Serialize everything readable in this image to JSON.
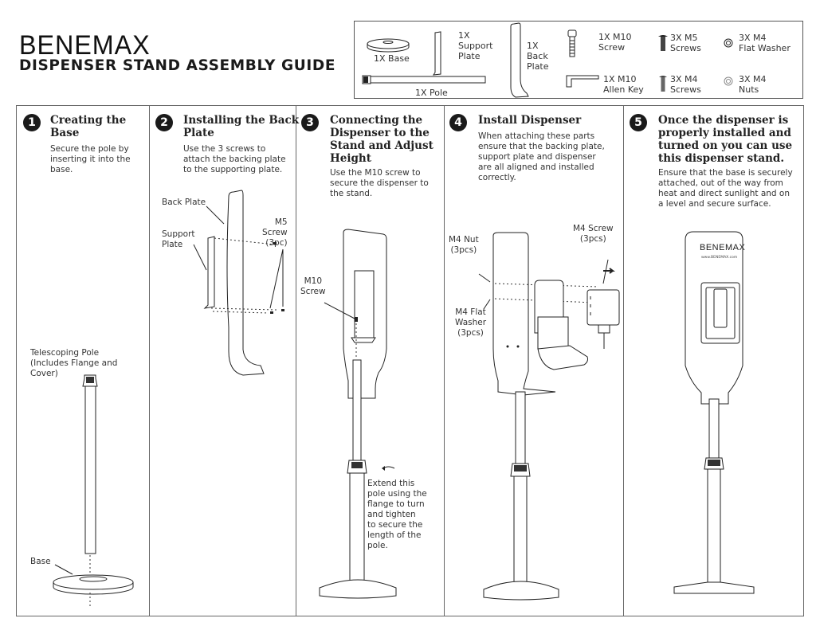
{
  "header": {
    "brand": "BENEMAX",
    "title": "DISPENSER STAND ASSEMBLY GUIDE"
  },
  "parts_list": [
    {
      "id": "base",
      "label": "1X Base",
      "icon": "base-disc-icon"
    },
    {
      "id": "support_plate",
      "label": "1X\nSupport\nPlate",
      "icon": "support-plate-icon"
    },
    {
      "id": "back_plate",
      "label": "1X\nBack\nPlate",
      "icon": "back-plate-icon"
    },
    {
      "id": "pole",
      "label": "1X Pole",
      "icon": "pole-icon"
    },
    {
      "id": "m10_screw",
      "label": "1X M10\nScrew",
      "icon": "m10-screw-icon"
    },
    {
      "id": "allen_key",
      "label": "1X M10\nAllen Key",
      "icon": "allen-key-icon"
    },
    {
      "id": "m5_screws",
      "label": "3X M5\nScrews",
      "icon": "m5-screw-icon"
    },
    {
      "id": "m4_screws",
      "label": "3X M4\nScrews",
      "icon": "m4-screw-icon"
    },
    {
      "id": "flat_washer",
      "label": "3X M4\nFlat Washer",
      "icon": "washer-icon"
    },
    {
      "id": "nuts",
      "label": "3X M4\nNuts",
      "icon": "nut-icon"
    }
  ],
  "steps": [
    {
      "number": "1",
      "title": "Creating the\nBase",
      "text": "Secure the pole by\ninserting it into the\nbase.",
      "callouts": {
        "pole": "Telescoping Pole\n(Includes Flange and\nCover)",
        "base": "Base"
      }
    },
    {
      "number": "2",
      "title": "Installing the Back\nPlate",
      "text": "Use the 3 screws to\nattach the backing plate\nto the supporting plate.",
      "callouts": {
        "back_plate": "Back Plate",
        "support_plate": "Support\nPlate",
        "m5_screw": "M5\nScrew\n(3pc)"
      }
    },
    {
      "number": "3",
      "title": "Connecting the\nDispenser to the\nStand and Adjust\nHeight",
      "text": "Use the M10 screw to\nsecure the dispenser to\nthe stand.",
      "callouts": {
        "m10_screw": "M10\nScrew",
        "extend": "Extend this\npole using the\nflange to turn\nand tighten\nto secure the\nlength of the\npole."
      }
    },
    {
      "number": "4",
      "title": "Install Dispenser",
      "text": "When attaching these parts\nensure that the backing plate,\nsupport plate and dispenser\nare all aligned and installed\ncorrectly.",
      "callouts": {
        "m4_nut": "M4 Nut\n(3pcs)",
        "m4_screw": "M4 Screw\n(3pcs)",
        "m4_washer": "M4 Flat\nWasher\n(3pcs)"
      }
    },
    {
      "number": "5",
      "title": "Once the dispenser is\nproperly installed and\nturned on you can use\nthis dispenser stand.",
      "text": "Ensure that the base is securely\nattached, out of the way from\nheat and direct sunlight and on\na level and secure surface.",
      "callouts": {
        "plate_brand": "BENEMAX",
        "plate_url": "www.BENEMAX.com"
      }
    }
  ]
}
